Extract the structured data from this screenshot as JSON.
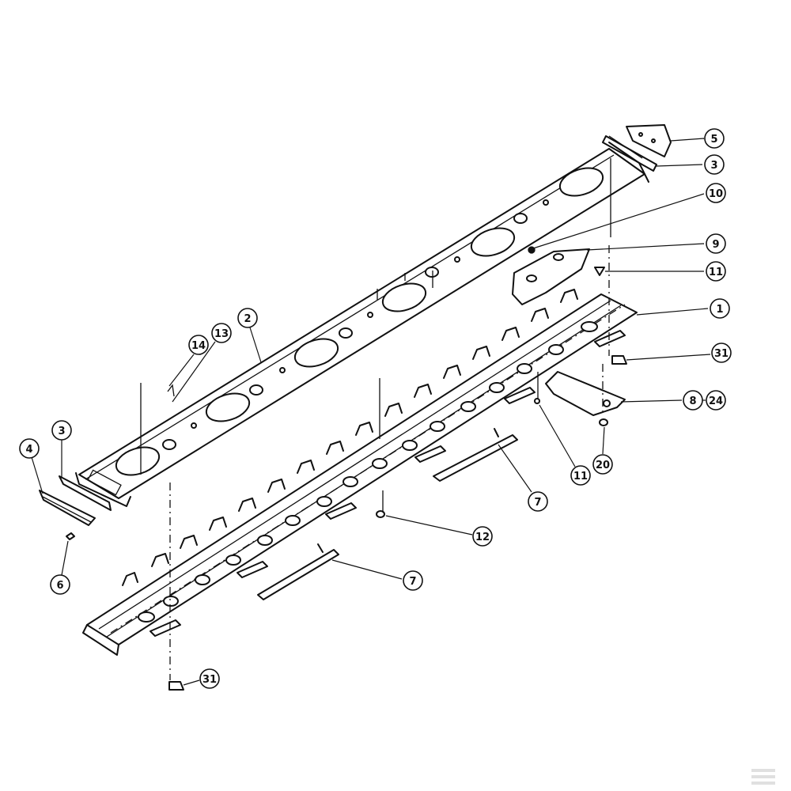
{
  "callouts": [
    {
      "id": "c5",
      "label": "5"
    },
    {
      "id": "c3a",
      "label": "3"
    },
    {
      "id": "c10",
      "label": "10"
    },
    {
      "id": "c9",
      "label": "9"
    },
    {
      "id": "c11a",
      "label": "11"
    },
    {
      "id": "c1",
      "label": "1"
    },
    {
      "id": "c31a",
      "label": "31"
    },
    {
      "id": "c8",
      "label": "8"
    },
    {
      "id": "c24",
      "label": "24"
    },
    {
      "id": "c11b",
      "label": "11"
    },
    {
      "id": "c20",
      "label": "20"
    },
    {
      "id": "c7a",
      "label": "7"
    },
    {
      "id": "c12",
      "label": "12"
    },
    {
      "id": "c7b",
      "label": "7"
    },
    {
      "id": "c2",
      "label": "2"
    },
    {
      "id": "c13",
      "label": "13"
    },
    {
      "id": "c14",
      "label": "14"
    },
    {
      "id": "c3b",
      "label": "3"
    },
    {
      "id": "c4",
      "label": "4"
    },
    {
      "id": "c6",
      "label": "6"
    },
    {
      "id": "c31b",
      "label": "31"
    }
  ],
  "colors": {
    "ink": "#111111",
    "paper": "#ffffff",
    "logo": "#e0e0e0"
  }
}
